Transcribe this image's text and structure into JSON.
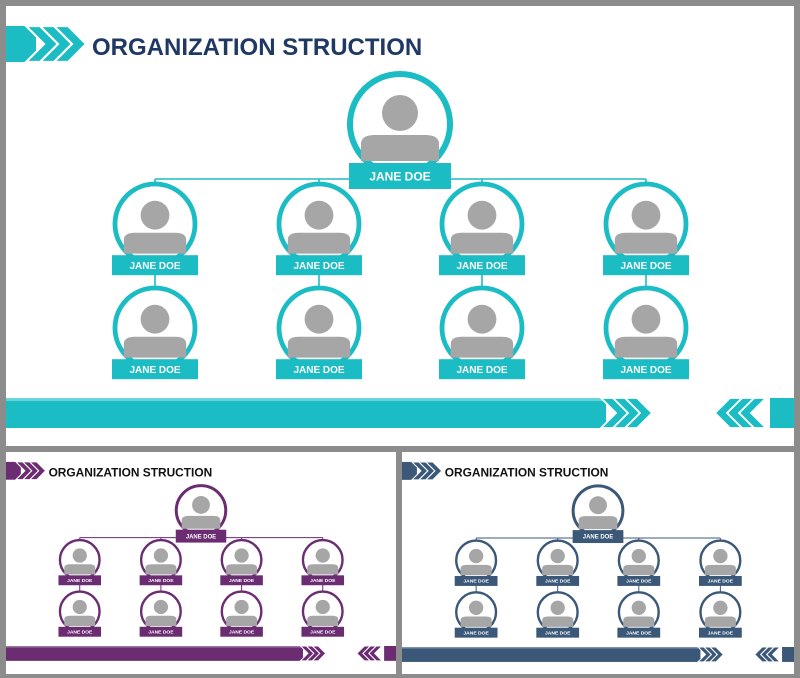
{
  "slides": [
    {
      "id": "main",
      "title": "ORGANIZATION STRUCTION",
      "accent": "#1bbcc4",
      "title_color": "#1f3864",
      "top_node": "JANE DOE",
      "row1": [
        "JANE DOE",
        "JANE DOE",
        "JANE DOE",
        "JANE DOE"
      ],
      "row2": [
        "JANE DOE",
        "JANE DOE",
        "JANE DOE",
        "JANE DOE"
      ]
    },
    {
      "id": "purple",
      "title": "ORGANIZATION STRUCTION",
      "accent": "#6b2c72",
      "title_color": "#111111",
      "top_node": "JANE DOE",
      "row1": [
        "JANE DOE",
        "JANE DOE",
        "JANE DOE",
        "JANE DOE"
      ],
      "row2": [
        "JANE DOE",
        "JANE DOE",
        "JANE DOE",
        "JANE DOE"
      ]
    },
    {
      "id": "blue",
      "title": "ORGANIZATION STRUCTION",
      "accent": "#3b5878",
      "title_color": "#111111",
      "top_node": "JANE DOE",
      "row1": [
        "JANE DOE",
        "JANE DOE",
        "JANE DOE",
        "JANE DOE"
      ],
      "row2": [
        "JANE DOE",
        "JANE DOE",
        "JANE DOE",
        "JANE DOE"
      ]
    }
  ],
  "icons": {
    "avatar": "person-silhouette-icon",
    "chevron": "chevron-right-icon"
  }
}
